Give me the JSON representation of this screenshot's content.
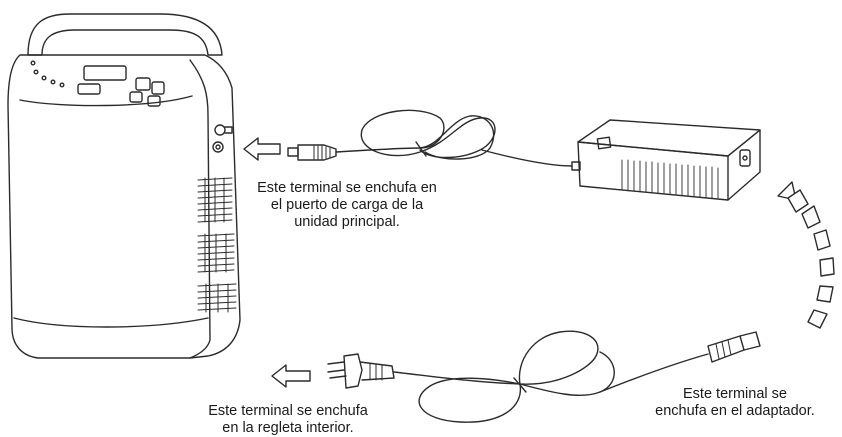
{
  "captions": {
    "dc_plug": [
      "Este terminal se enchufa en",
      "el puerto de carga de la",
      "unidad principal."
    ],
    "wall_plug": [
      "Este terminal se enchufa",
      "en la regleta interior."
    ],
    "adapter_plug": [
      "Este terminal se",
      "enchufa en el adaptador."
    ]
  },
  "colors": {
    "line": "#2b2b2b",
    "arrow_fill": "#ffffff"
  },
  "icons": [
    "left-arrow-icon",
    "curved-arrow-icon"
  ]
}
